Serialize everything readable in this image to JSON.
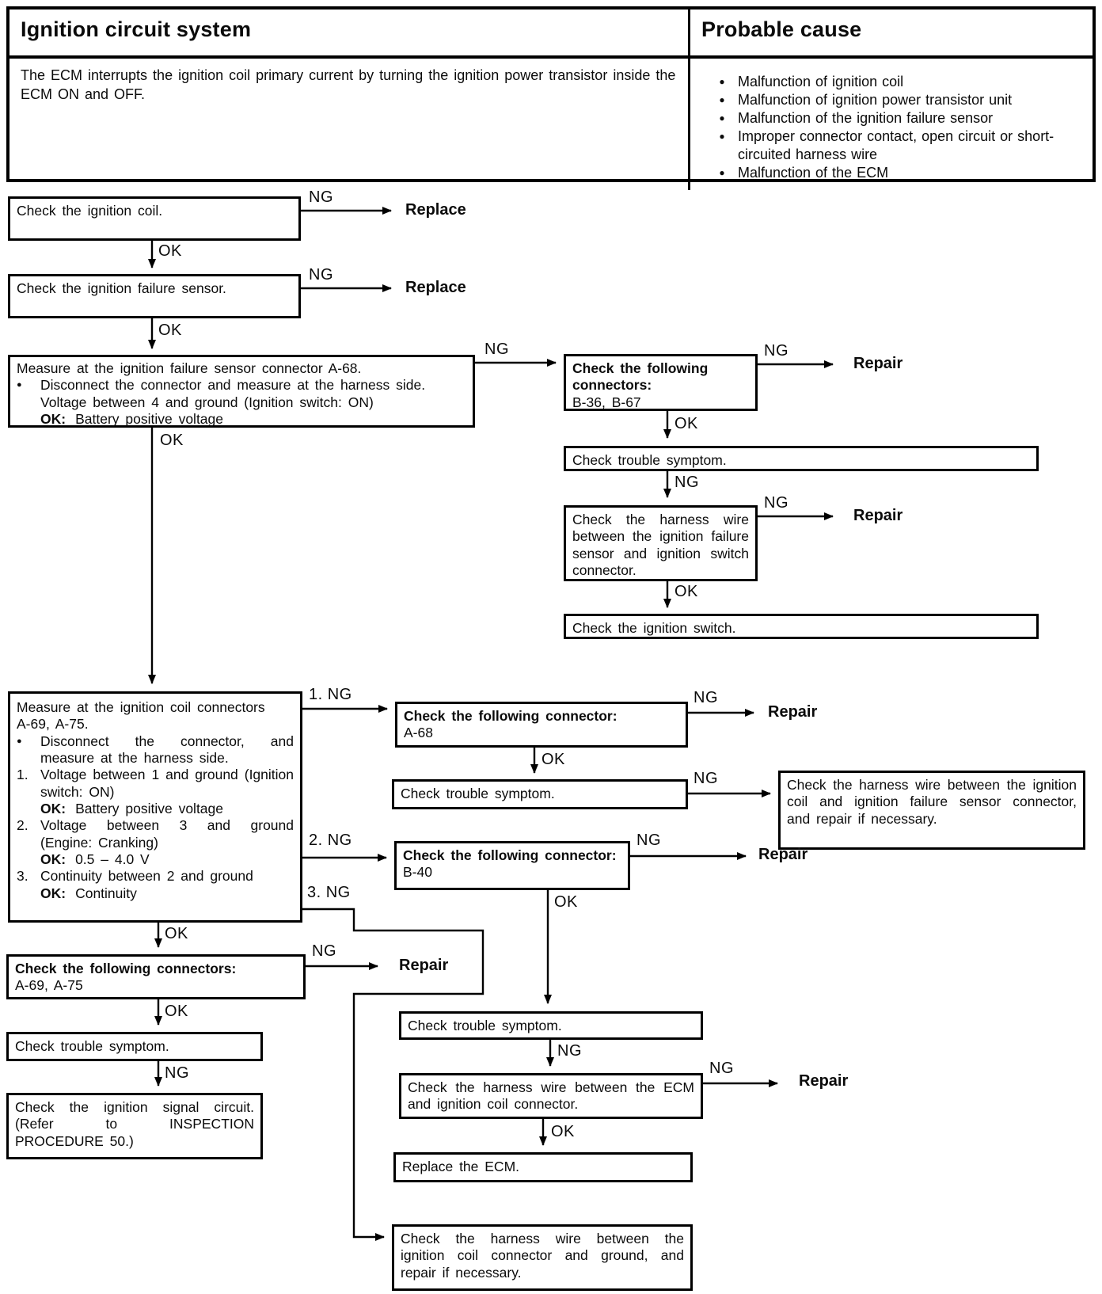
{
  "header": {
    "system_title": "Ignition circuit system",
    "cause_title": "Probable cause",
    "description": "The ECM interrupts the ignition coil primary current by turning the ignition power transistor inside the ECM ON and OFF.",
    "causes": [
      "Malfunction of ignition coil",
      "Malfunction of ignition power transistor unit",
      "Malfunction of the ignition failure sensor",
      "Improper connector contact, open circuit or short-circuited harness wire",
      "Malfunction of the ECM"
    ]
  },
  "glyphs": {
    "bullet": "●"
  },
  "labels": {
    "ng": "NG",
    "ok": "OK",
    "ng1": "1.  NG",
    "ng2": "2.  NG",
    "ng3": "3.  NG",
    "replace": "Replace",
    "repair": "Repair"
  },
  "steps": {
    "check_coil": "Check  the  ignition  coil.",
    "check_failure_sensor": "Check the ignition failure sensor.",
    "measure_sensor": {
      "title": "Measure at the ignition failure sensor connector A-68.",
      "bullet": "Disconnect the connector and measure at the harness side.",
      "line2": "Voltage between 4 and ground (Ignition switch: ON)",
      "ok_label": "OK:",
      "ok_value": "Battery positive voltage"
    },
    "check_connectors_b": {
      "title": "Check  the  following connectors:",
      "ids": "B-36, B-67"
    },
    "trouble_symptom_1": "Check trouble symptom.",
    "harness_sensor_switch": "Check the harness wire between the ignition failure sensor and ignition switch connector.",
    "check_ignition_switch": "Check the ignition switch.",
    "measure_coil": {
      "title_line1": "Measure at the ignition coil connectors",
      "title_line2": "A-69, A-75.",
      "bullet": "Disconnect the connector, and measure at the harness side.",
      "items": [
        {
          "num": "1.",
          "text": "Voltage between 1 and ground (Ignition switch: ON)",
          "ok_label": "OK:",
          "ok_value": "Battery positive voltage"
        },
        {
          "num": "2.",
          "text": "Voltage between 3 and ground (Engine: Cranking)",
          "ok_label": "OK:",
          "ok_value": "0.5 – 4.0 V"
        },
        {
          "num": "3.",
          "text": "Continuity between 2 and ground",
          "ok_label": "OK:",
          "ok_value": "Continuity"
        }
      ]
    },
    "check_connector_a68": {
      "title": "Check the following connector:",
      "ids": "A-68"
    },
    "trouble_symptom_2": "Check trouble symptom.",
    "harness_coil_sensor": "Check the harness wire between the ignition coil and ignition failure sensor connector, and repair if necessary.",
    "check_connector_b40": {
      "title": "Check the following connector:",
      "ids": "B-40"
    },
    "trouble_symptom_3": "Check trouble symptom.",
    "harness_ecm_coil": "Check the harness wire between the ECM and ignition coil connector.",
    "replace_ecm": "Replace the ECM.",
    "harness_coil_ground": "Check the harness wire between the ignition coil connector and ground, and repair if necessary.",
    "check_connectors_a": {
      "title": "Check the following connectors:",
      "ids": "A-69, A-75"
    },
    "trouble_symptom_4": "Check trouble symptom.",
    "check_signal_circuit": "Check the ignition signal circuit. (Refer to INSPECTION PROCEDURE 50.)"
  }
}
